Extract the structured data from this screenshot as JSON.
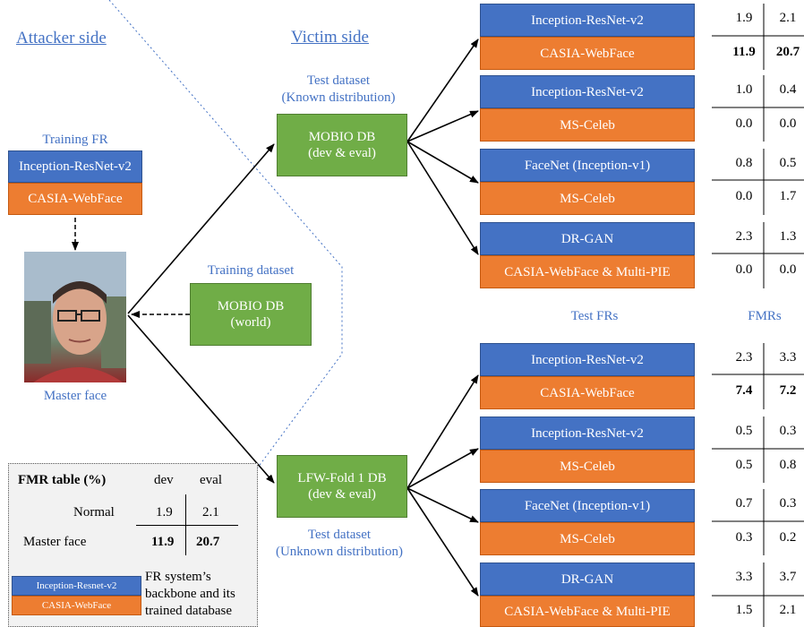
{
  "sides": {
    "attacker": "Attacker side",
    "victim": "Victim side"
  },
  "attacker": {
    "training_fr_label": "Training FR",
    "backbone": "Inception-ResNet-v2",
    "database": "CASIA-WebFace",
    "master_face_label": "Master face"
  },
  "training_dataset": {
    "label": "Training dataset",
    "box_line1": "MOBIO DB",
    "box_line2": "(world)"
  },
  "test_known": {
    "label_line1": "Test dataset",
    "label_line2": "(Known distribution)",
    "box_line1": "MOBIO DB",
    "box_line2": "(dev & eval)"
  },
  "test_unknown": {
    "label_line1": "Test dataset",
    "label_line2": "(Unknown distribution)",
    "box_line1": "LFW-Fold 1 DB",
    "box_line2": "(dev & eval)"
  },
  "column_labels": {
    "test_frs": "Test FRs",
    "fmrs": "FMRs"
  },
  "top_group": [
    {
      "backbone": "Inception-ResNet-v2",
      "database": "CASIA-WebFace",
      "normal": [
        "1.9",
        "2.1"
      ],
      "master": [
        "11.9",
        "20.7"
      ],
      "master_bold": true
    },
    {
      "backbone": "Inception-ResNet-v2",
      "database": "MS-Celeb",
      "normal": [
        "1.0",
        "0.4"
      ],
      "master": [
        "0.0",
        "0.0"
      ],
      "master_bold": false
    },
    {
      "backbone": "FaceNet (Inception-v1)",
      "database": "MS-Celeb",
      "normal": [
        "0.8",
        "0.5"
      ],
      "master": [
        "0.0",
        "1.7"
      ],
      "master_bold": false
    },
    {
      "backbone": "DR-GAN",
      "database": "CASIA-WebFace & Multi-PIE",
      "normal": [
        "2.3",
        "1.3"
      ],
      "master": [
        "0.0",
        "0.0"
      ],
      "master_bold": false
    }
  ],
  "bottom_group": [
    {
      "backbone": "Inception-ResNet-v2",
      "database": "CASIA-WebFace",
      "normal": [
        "2.3",
        "3.3"
      ],
      "master": [
        "7.4",
        "7.2"
      ],
      "master_bold": true
    },
    {
      "backbone": "Inception-ResNet-v2",
      "database": "MS-Celeb",
      "normal": [
        "0.5",
        "0.3"
      ],
      "master": [
        "0.5",
        "0.8"
      ],
      "master_bold": false
    },
    {
      "backbone": "FaceNet (Inception-v1)",
      "database": "MS-Celeb",
      "normal": [
        "0.7",
        "0.3"
      ],
      "master": [
        "0.3",
        "0.2"
      ],
      "master_bold": false
    },
    {
      "backbone": "DR-GAN",
      "database": "CASIA-WebFace & Multi-PIE",
      "normal": [
        "3.3",
        "3.7"
      ],
      "master": [
        "1.5",
        "2.1"
      ],
      "master_bold": false
    }
  ],
  "legend": {
    "title": "FMR table (%)",
    "col_dev": "dev",
    "col_eval": "eval",
    "row_normal": "Normal",
    "row_master": "Master face",
    "normal": [
      "1.9",
      "2.1"
    ],
    "master": [
      "11.9",
      "20.7"
    ],
    "sample_backbone": "Inception-Resnet-v2",
    "sample_database": "CASIA-WebFace",
    "desc_line1": "FR system’s",
    "desc_line2": "backbone and its",
    "desc_line3": "trained database"
  },
  "colors": {
    "backbone": "#4472c4",
    "database": "#ed7d31",
    "dataset": "#70ad47",
    "label_text": "#4472c4"
  }
}
